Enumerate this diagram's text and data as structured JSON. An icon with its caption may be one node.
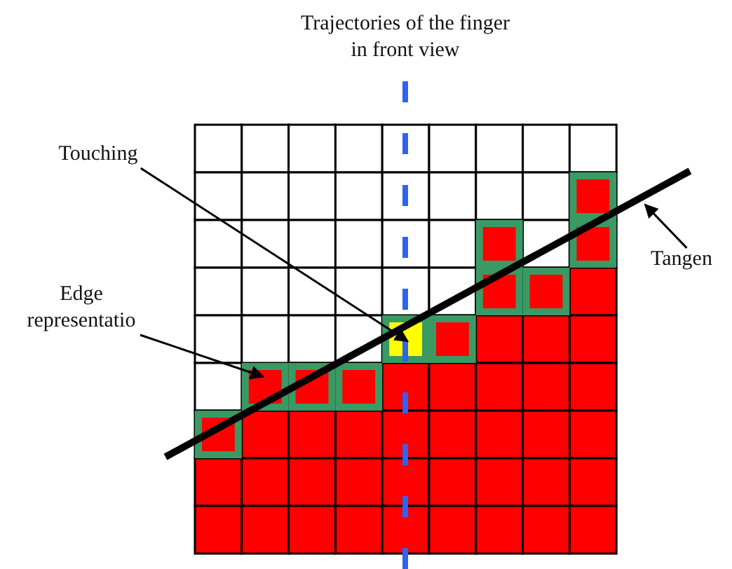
{
  "diagram": {
    "nodes": [
      {
        "text": [
          "Touching"
        ]
      },
      {
        "text": [
          "Edge representatio"
        ]
      },
      {
        "text": [
          "Tangen"
        ]
      },
      {
        "text": [],
        "shape": "box"
      },
      {
        "text": [],
        "shape": "box"
      }
    ],
    "edges": [
      {
        "from": 0,
        "to": 3,
        "arrow": "to"
      },
      {
        "from": 1,
        "to": 4,
        "arrow": "to"
      },
      {
        "from": 2,
        "to": null,
        "arrow": "to"
      }
    ],
    "labels": [
      "Trajectories of the finger in front view"
    ]
  }
}
